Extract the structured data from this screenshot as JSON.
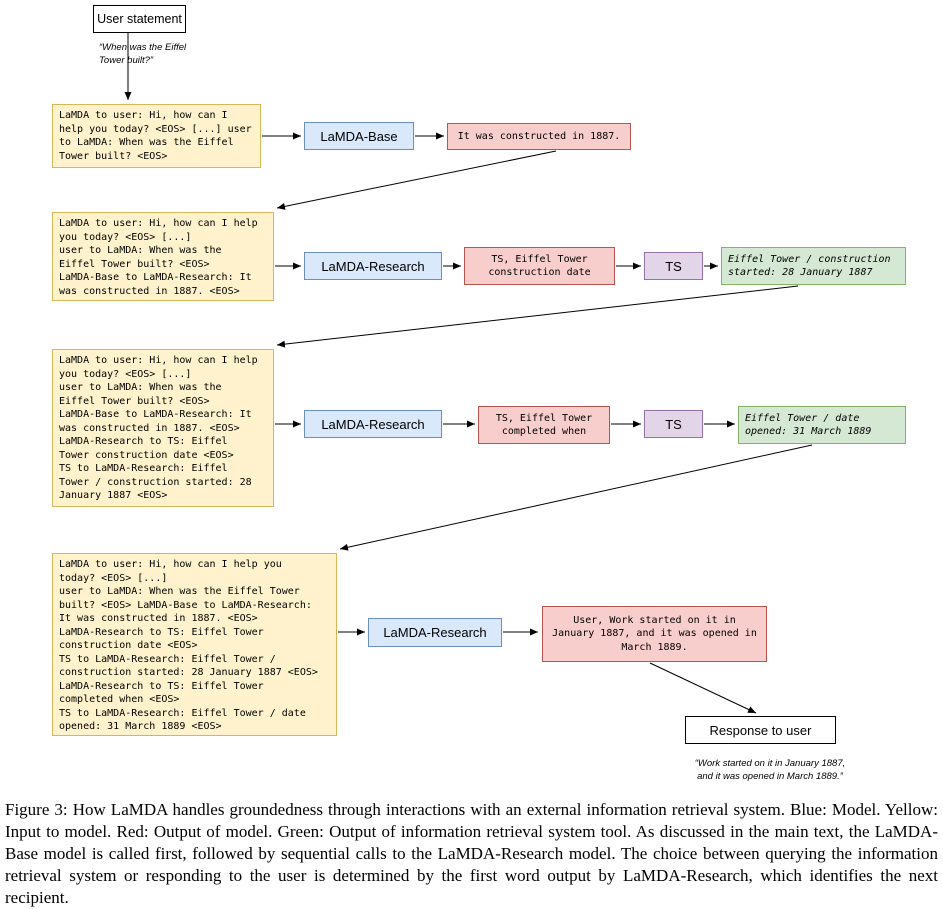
{
  "figure": {
    "user_statement": {
      "label": "User statement",
      "quote": "“When was the Eiffel\nTower built?”"
    },
    "step1": {
      "input": "LaMDA to user: Hi, how can I\nhelp you today? <EOS> [...] user\nto LaMDA: When was the Eiffel\nTower built? <EOS>",
      "model": "LaMDA-Base",
      "output": "It was constructed in 1887."
    },
    "step2": {
      "input": "LaMDA to user: Hi, how can I help\nyou today? <EOS> [...]\nuser to LaMDA: When was the\nEiffel Tower built? <EOS>\nLaMDA-Base to LaMDA-Research: It\nwas constructed in 1887. <EOS>",
      "model": "LaMDA-Research",
      "output": "TS, Eiffel Tower\nconstruction date",
      "tool": "TS",
      "tool_output": "Eiffel Tower / construction\nstarted: 28 January 1887"
    },
    "step3": {
      "input": "LaMDA to user: Hi, how can I help\nyou today? <EOS> [...]\nuser to LaMDA: When was the\nEiffel Tower built? <EOS>\nLaMDA-Base to LaMDA-Research: It\nwas constructed in 1887. <EOS>\nLaMDA-Research to TS: Eiffel\nTower construction date <EOS>\nTS to LaMDA-Research: Eiffel\nTower / construction started: 28\nJanuary 1887 <EOS>",
      "model": "LaMDA-Research",
      "output": "TS, Eiffel Tower\ncompleted when",
      "tool": "TS",
      "tool_output": "Eiffel Tower / date\nopened: 31 March 1889"
    },
    "step4": {
      "input": "LaMDA to user: Hi, how can I help you\ntoday? <EOS> [...]\nuser to LaMDA: When was the Eiffel Tower\nbuilt? <EOS> LaMDA-Base to LaMDA-Research:\nIt was constructed in 1887. <EOS>\nLaMDA-Research to TS: Eiffel Tower\nconstruction date <EOS>\nTS to LaMDA-Research: Eiffel Tower /\nconstruction started: 28 January 1887 <EOS>\nLaMDA-Research to TS: Eiffel Tower\ncompleted when <EOS>\nTS to LaMDA-Research: Eiffel Tower / date\nopened: 31 March 1889 <EOS>",
      "model": "LaMDA-Research",
      "output": "User, Work started on it in\nJanuary 1887, and it was opened in\nMarch 1889."
    },
    "response": {
      "label": "Response to user",
      "quote": "“Work started on it in January 1887,\nand it was opened in March 1889.”"
    }
  },
  "caption": "Figure 3: How LaMDA handles groundedness through interactions with an external information retrieval system. Blue: Model. Yellow: Input to model. Red: Output of model. Green: Output of information retrieval system tool. As discussed in the main text, the LaMDA-Base model is called first, followed by sequential calls to the LaMDA-Research model. The choice between querying the information retrieval system or responding to the user is determined by the first word output by LaMDA-Research, which identifies the next recipient.",
  "colors": {
    "input_bg": "#fff2cc",
    "input_border": "#d6b656",
    "model_bg": "#dae8fc",
    "model_border": "#6c8ebf",
    "output_bg": "#f8cecc",
    "output_border": "#b85450",
    "tool_bg": "#e1d5e7",
    "tool_border": "#9673a6",
    "tool_output_bg": "#d5e8d4",
    "tool_output_border": "#82b366",
    "plain_bg": "#ffffff",
    "plain_border": "#000000"
  }
}
